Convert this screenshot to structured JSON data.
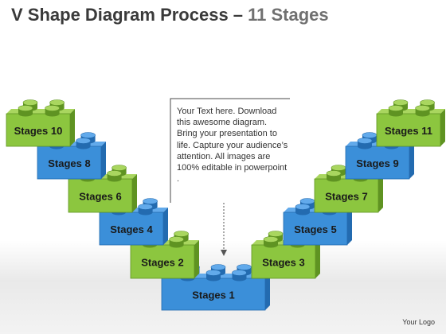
{
  "title": {
    "main": "V Shape Diagram Process – ",
    "sub": "11 Stages"
  },
  "stages": [
    {
      "label": "Stages 1",
      "color": "blue"
    },
    {
      "label": "Stages 2",
      "color": "green"
    },
    {
      "label": "Stages 3",
      "color": "green"
    },
    {
      "label": "Stages 4",
      "color": "blue"
    },
    {
      "label": "Stages 5",
      "color": "blue"
    },
    {
      "label": "Stages 6",
      "color": "green"
    },
    {
      "label": "Stages 7",
      "color": "green"
    },
    {
      "label": "Stages 8",
      "color": "blue"
    },
    {
      "label": "Stages 9",
      "color": "blue"
    },
    {
      "label": "Stages 10",
      "color": "green"
    },
    {
      "label": "Stages 11",
      "color": "green"
    }
  ],
  "note_text": "Your Text here. Download this awesome diagram. Bring your presentation to life. Capture your audience’s attention. All images are 100% editable in powerpoint .",
  "logo_text": "Your Logo",
  "colors": {
    "green_front": "#8cc63f",
    "green_top": "#a9d65f",
    "green_side": "#5f9322",
    "blue_front": "#3b8fd9",
    "blue_top": "#62aaeb",
    "blue_side": "#236bb0",
    "title_main": "#3a3a3a",
    "title_sub": "#707070"
  }
}
